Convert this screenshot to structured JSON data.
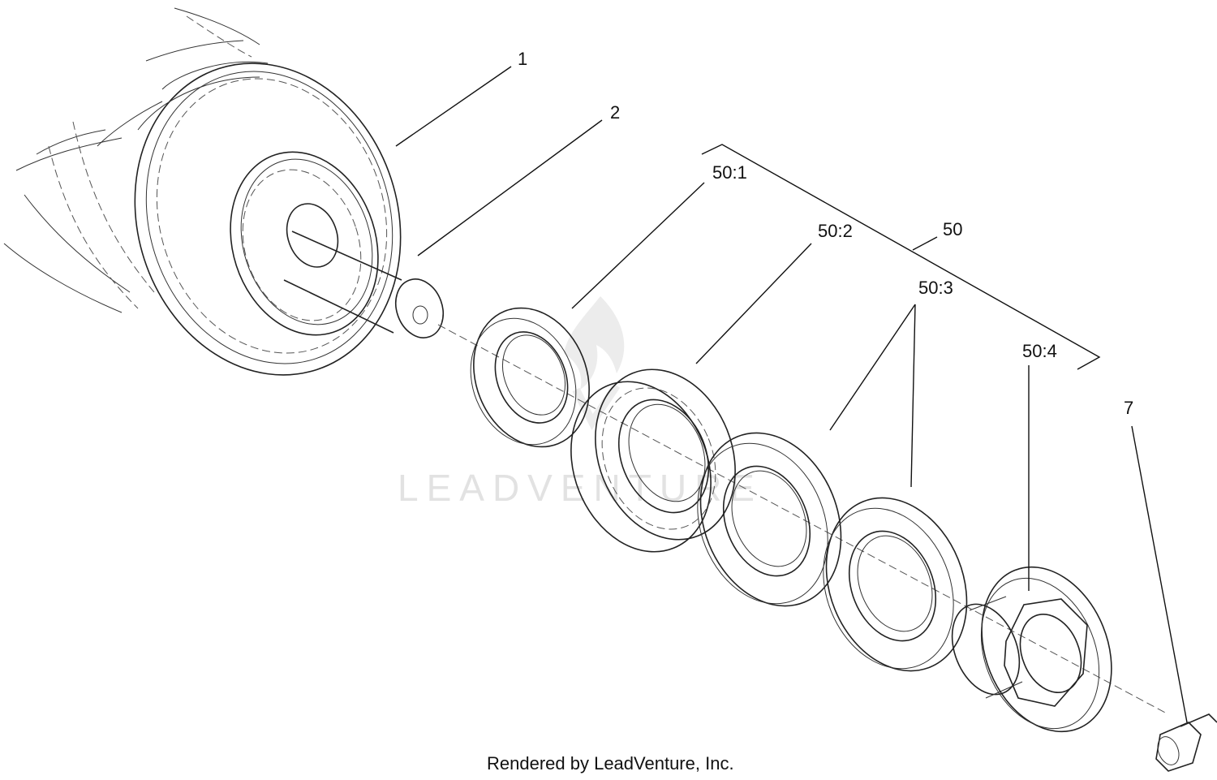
{
  "callouts": {
    "c1": "1",
    "c2": "2",
    "c50_1": "50:1",
    "c50_2": "50:2",
    "c50": "50",
    "c50_3": "50:3",
    "c50_4": "50:4",
    "c7": "7"
  },
  "watermark": "LEADVENTURE",
  "footer": "Rendered by LeadVenture, Inc."
}
